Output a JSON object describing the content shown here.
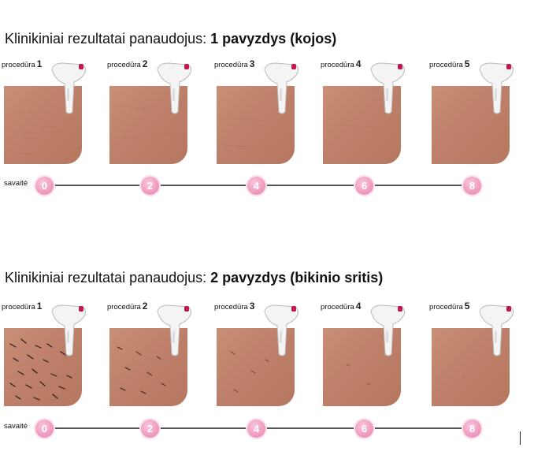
{
  "section1": {
    "title_prefix": "Klinikiniai rezultatai panaudojus: ",
    "title_bold": "1 pavyzdys (kojos)",
    "procedures": [
      {
        "label": "procedūra",
        "num": "1"
      },
      {
        "label": "procedūra",
        "num": "2"
      },
      {
        "label": "procedūra",
        "num": "3"
      },
      {
        "label": "procedūra",
        "num": "4"
      },
      {
        "label": "procedūra",
        "num": "5"
      }
    ],
    "timeline": {
      "caption": "savaitė",
      "weeks": [
        "0",
        "2",
        "4",
        "6",
        "8"
      ]
    }
  },
  "section2": {
    "title_prefix": "Klinikiniai rezultatai panaudojus: ",
    "title_bold": "2 pavyzdys (bikinio sritis)",
    "procedures": [
      {
        "label": "procedūra",
        "num": "1"
      },
      {
        "label": "procedūra",
        "num": "2"
      },
      {
        "label": "procedūra",
        "num": "3"
      },
      {
        "label": "procedūra",
        "num": "4"
      },
      {
        "label": "procedūra",
        "num": "5"
      }
    ],
    "timeline": {
      "caption": "savaitė",
      "weeks": [
        "0",
        "2",
        "4",
        "6",
        "8"
      ]
    }
  },
  "icons": {
    "device": "ipl-device-icon"
  },
  "colors": {
    "skin": "#c08470",
    "timeline_dot": "#ef9bbf",
    "device_tip": "#c2184e"
  }
}
